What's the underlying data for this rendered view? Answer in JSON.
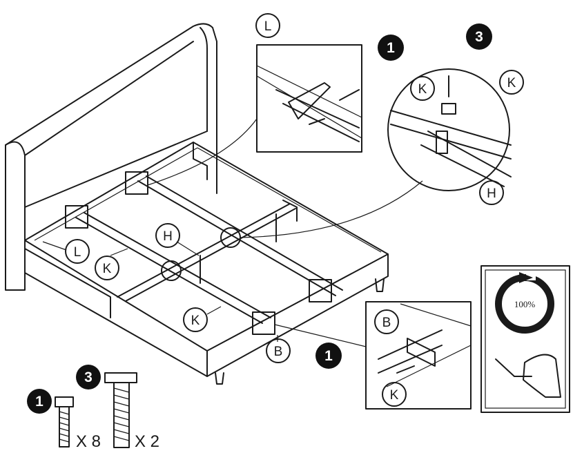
{
  "parts": {
    "L": "L",
    "K": "K",
    "H": "H",
    "B": "B"
  },
  "steps": {
    "bolt_small": "1",
    "bolt_large": "3"
  },
  "hardware": {
    "bolt_small_qty": "X 8",
    "bolt_large_qty": "X 2"
  },
  "tightening_panel": {
    "percent": "100%"
  },
  "colors": {
    "line": "#1a1a1a",
    "badge_fill": "#111111",
    "background": "#ffffff"
  },
  "icons": [
    "bed-frame-drawing",
    "bolt-icon",
    "hex-key-icon",
    "rotation-arrow-icon",
    "hand-icon"
  ]
}
